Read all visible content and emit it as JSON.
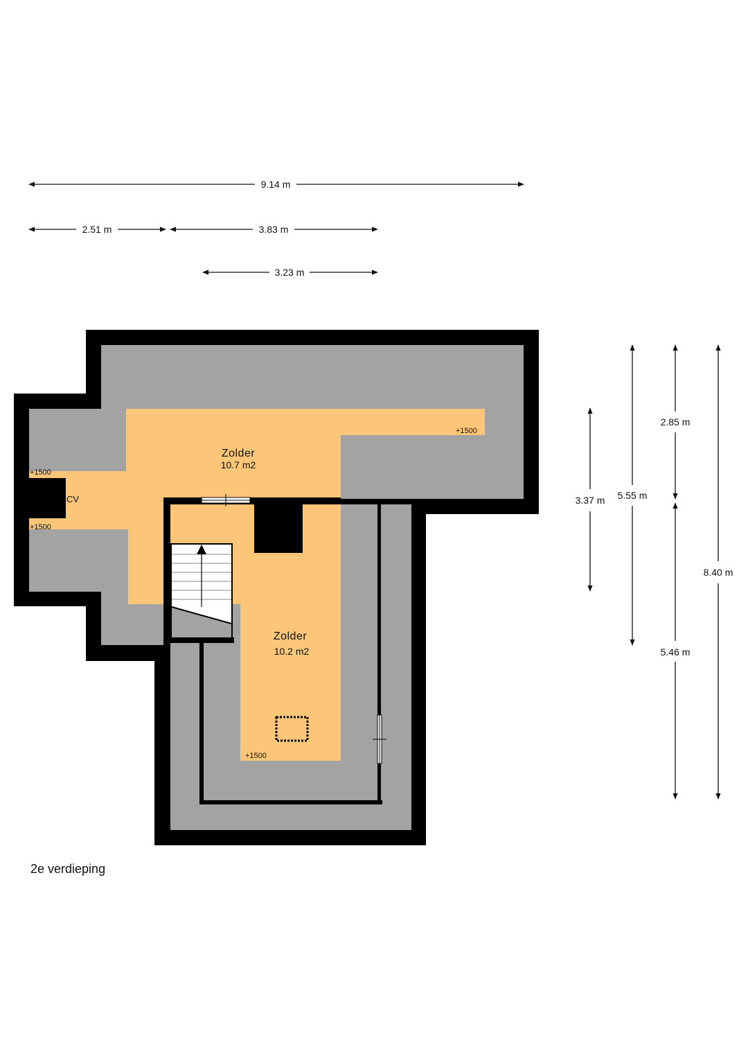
{
  "floor_label": "2e verdieping",
  "colors": {
    "wall": "#000000",
    "low_ceiling": "#a3a3a3",
    "usable_floor": "#fbc677",
    "stair": "#ffffff"
  },
  "dimensions": {
    "total_width": "9.14 m",
    "width_left": "2.51 m",
    "width_middle": "3.83 m",
    "width_inner": "3.23 m",
    "height_zolder_1": "3.37 m",
    "height_mid": "5.55 m",
    "height_top": "2.85 m",
    "height_bottom": "5.46 m",
    "total_height": "8.40 m"
  },
  "rooms": [
    {
      "name": "Zolder",
      "area": "10.7 m2"
    },
    {
      "name": "Zolder",
      "area": "10.2 m2"
    }
  ],
  "levels": {
    "level_1": "+1500",
    "level_2": "+1500",
    "level_3": "+1500",
    "level_4": "+1500"
  },
  "cv_label": "CV"
}
